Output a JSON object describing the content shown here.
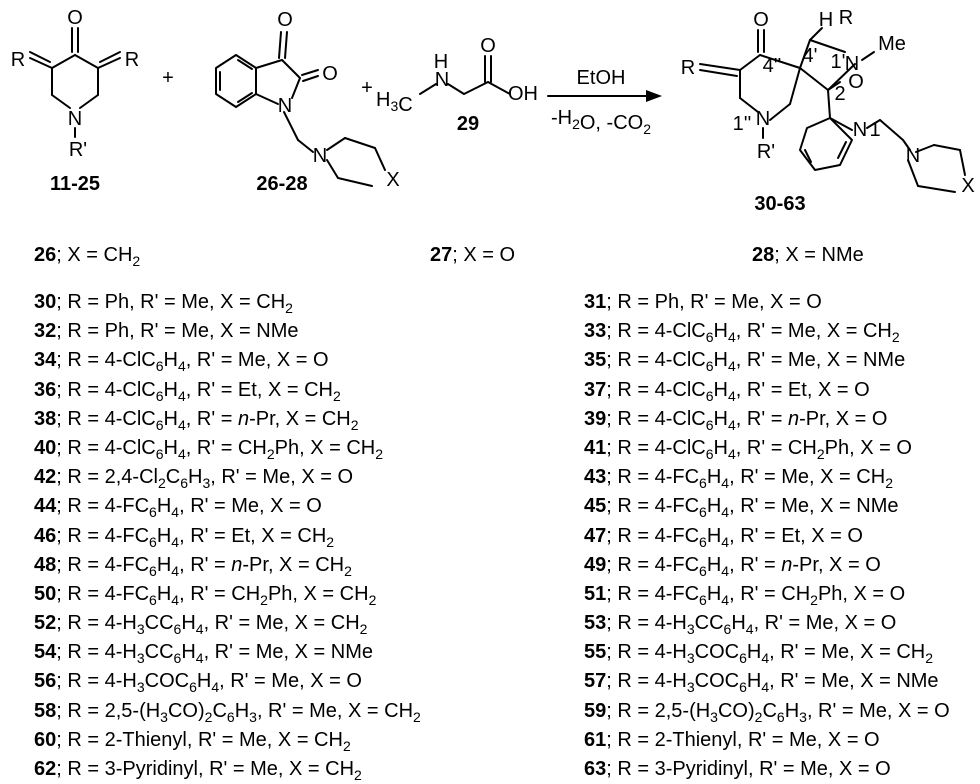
{
  "scheme": {
    "reactant_labels": [
      "11-25",
      "26-28",
      "29"
    ],
    "product_label": "30-63",
    "plus_signs": [
      "+",
      "+"
    ],
    "condition_top": "EtOH",
    "condition_bottom": "-H2O, -CO2",
    "atom_labels": {
      "R": "R",
      "R_prime": "R'",
      "N": "N",
      "O": "O",
      "X": "X",
      "H": "H",
      "OH": "OH",
      "H3C": "H3C",
      "Me": "Me",
      "locant_4pp": "4''",
      "locant_4p": "4'",
      "locant_1p": "1'",
      "locant_2": "2",
      "locant_1": "1",
      "locant_1pp": "1''"
    }
  },
  "x_defs": [
    {
      "num": "26",
      "text": "; X = CH2"
    },
    {
      "num": "27",
      "text": "; X = O"
    },
    {
      "num": "28",
      "text": "; X = NMe"
    }
  ],
  "left_items": [
    {
      "num": "30",
      "text": "; R = Ph, R' = Me, X = CH2"
    },
    {
      "num": "32",
      "text": "; R = Ph, R' = Me, X = NMe"
    },
    {
      "num": "34",
      "text": "; R = 4-ClC6H4, R' = Me, X = O"
    },
    {
      "num": "36",
      "text": "; R = 4-ClC6H4, R' = Et, X = CH2"
    },
    {
      "num": "38",
      "text": "; R = 4-ClC6H4, R' = n-Pr, X = CH2"
    },
    {
      "num": "40",
      "text": "; R = 4-ClC6H4, R' = CH2Ph, X = CH2"
    },
    {
      "num": "42",
      "text": "; R = 2,4-Cl2C6H3, R' = Me, X = O"
    },
    {
      "num": "44",
      "text": "; R = 4-FC6H4, R' = Me, X = O"
    },
    {
      "num": "46",
      "text": "; R = 4-FC6H4, R' = Et, X = CH2"
    },
    {
      "num": "48",
      "text": "; R = 4-FC6H4, R' = n-Pr, X = CH2"
    },
    {
      "num": "50",
      "text": "; R = 4-FC6H4, R' = CH2Ph, X = CH2"
    },
    {
      "num": "52",
      "text": "; R = 4-H3CC6H4, R' = Me, X = CH2"
    },
    {
      "num": "54",
      "text": "; R = 4-H3CC6H4, R' = Me, X = NMe"
    },
    {
      "num": "56",
      "text": "; R = 4-H3COC6H4, R' = Me, X = O"
    },
    {
      "num": "58",
      "text": "; R = 2,5-(H3CO)2C6H3, R' = Me, X = CH2"
    },
    {
      "num": "60",
      "text": "; R = 2-Thienyl, R' = Me, X = CH2"
    },
    {
      "num": "62",
      "text": "; R = 3-Pyridinyl, R' = Me, X = CH2"
    }
  ],
  "right_items": [
    {
      "num": "31",
      "text": "; R = Ph, R' = Me, X = O"
    },
    {
      "num": "33",
      "text": "; R = 4-ClC6H4, R' = Me, X = CH2"
    },
    {
      "num": "35",
      "text": "; R = 4-ClC6H4, R' = Me, X = NMe"
    },
    {
      "num": "37",
      "text": "; R = 4-ClC6H4, R' = Et, X = O"
    },
    {
      "num": "39",
      "text": "; R = 4-ClC6H4, R' = n-Pr, X = O"
    },
    {
      "num": "41",
      "text": "; R = 4-ClC6H4, R' = CH2Ph, X = O"
    },
    {
      "num": "43",
      "text": "; R = 4-FC6H4, R' = Me, X = CH2"
    },
    {
      "num": "45",
      "text": "; R = 4-FC6H4, R' = Me, X = NMe"
    },
    {
      "num": "47",
      "text": "; R = 4-FC6H4, R' = Et, X = O"
    },
    {
      "num": "49",
      "text": "; R = 4-FC6H4, R' = n-Pr, X = O"
    },
    {
      "num": "51",
      "text": "; R = 4-FC6H4, R' = CH2Ph, X = O"
    },
    {
      "num": "53",
      "text": "; R = 4-H3CC6H4, R' = Me, X = O"
    },
    {
      "num": "55",
      "text": "; R = 4-H3COC6H4, R' = Me, X = CH2"
    },
    {
      "num": "57",
      "text": "; R = 4-H3COC6H4, R' = Me, X = NMe"
    },
    {
      "num": "59",
      "text": "; R = 2,5-(H3CO)2C6H3, R' = Me, X = O"
    },
    {
      "num": "61",
      "text": "; R = 2-Thienyl, R' = Me, X = O"
    },
    {
      "num": "63",
      "text": "; R = 3-Pyridinyl, R' = Me, X = O"
    }
  ]
}
